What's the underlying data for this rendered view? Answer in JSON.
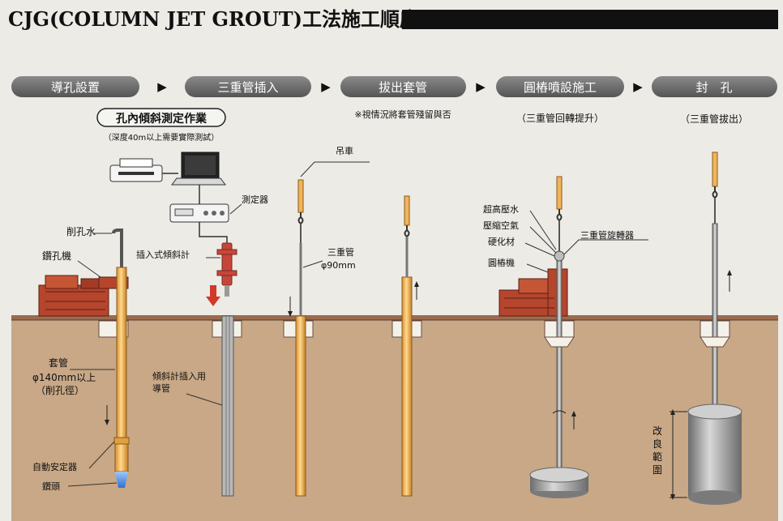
{
  "title": "CJG(COLUMN JET GROUT)工法施工順序",
  "steps": [
    "導孔設置",
    "三重管插入",
    "拔出套管",
    "圓樁噴設施工",
    "封　孔"
  ],
  "step_arrows": [
    "▶",
    "▶",
    "▶",
    "▶"
  ],
  "notes": {
    "step3": "※視情況將套管殘留與否",
    "step4": "（三重管回轉提升）",
    "step5": "（三重管拔出）"
  },
  "inclination": {
    "title": "孔內傾斜測定作業",
    "subtitle": "（深度40m以上需要實際測試）"
  },
  "labels": {
    "measuring_device": "測定器",
    "probe": "插入式傾斜計",
    "drill_water": "削孔水",
    "drilling_machine": "鑽孔機",
    "casing": "套管",
    "casing_dia": "φ140mm以上",
    "casing_note": "（削孔徑）",
    "stabilizer": "自動安定器",
    "drill_bit": "鑽頭",
    "guide_pipe_1": "傾斜計插入用",
    "guide_pipe_2": "導管",
    "crane": "吊車",
    "triple_pipe": "三重管",
    "triple_pipe_dia": "φ90mm",
    "high_pressure_water": "超高壓水",
    "compressed_air": "壓縮空氣",
    "hardener": "硬化材",
    "swivel": "三重管旋轉器",
    "pile_machine": "圓樁機",
    "improved_range": "改良範圍"
  },
  "colors": {
    "ground": "#c8a886",
    "surface": "#9b6a4f",
    "pill": "#6e6e6e",
    "casing": "#f2b45a",
    "machine": "#b5452c",
    "column": "#8f8f8f"
  }
}
